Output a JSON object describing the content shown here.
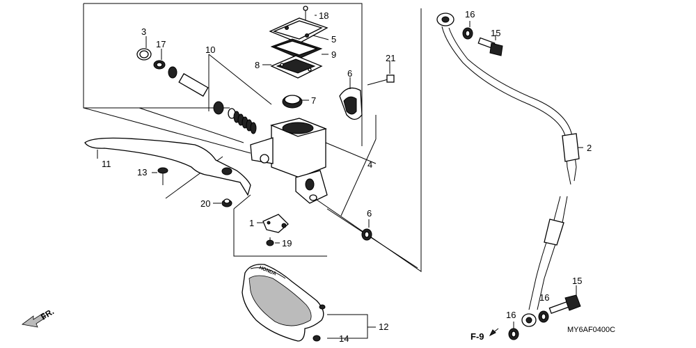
{
  "diagram_code": "MY6AF0400C",
  "ref_label": "F-9",
  "fr_label": "FR.",
  "brand_mark": "HONDA",
  "labels": {
    "l1": "1",
    "l2": "2",
    "l3": "3",
    "l4": "4",
    "l5": "5",
    "l6a": "6",
    "l6b": "6",
    "l7": "7",
    "l8": "8",
    "l9": "9",
    "l10": "10",
    "l11": "11",
    "l12": "12",
    "l13": "13",
    "l14": "14",
    "l15a": "15",
    "l15b": "15",
    "l16a": "16",
    "l16b": "16",
    "l16c": "16",
    "l17": "17",
    "l18": "18",
    "l19": "19",
    "l20": "20",
    "l21": "21"
  }
}
